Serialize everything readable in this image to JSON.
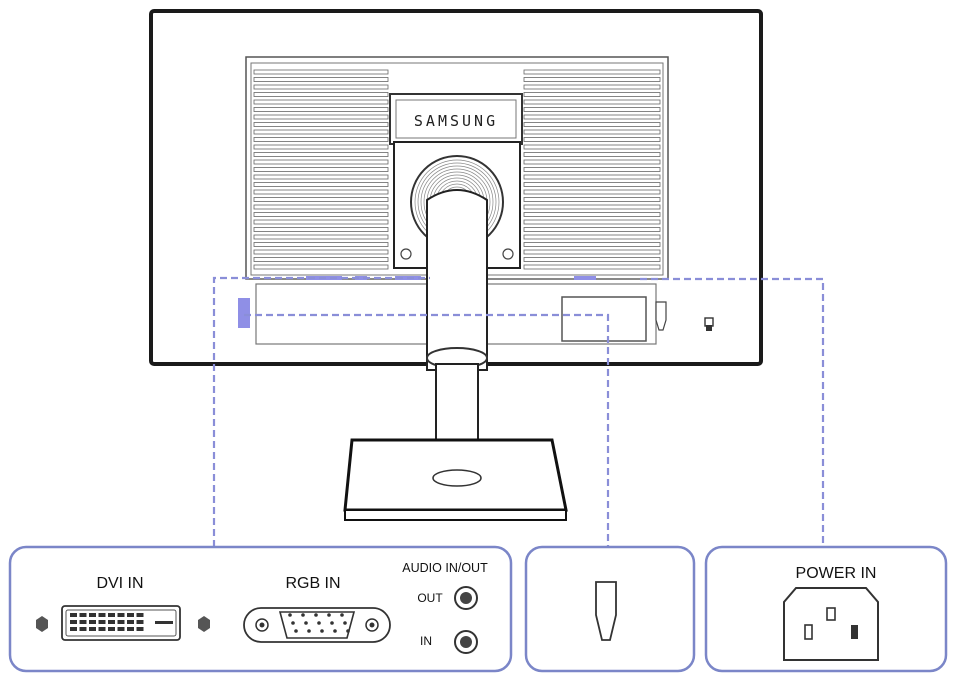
{
  "brand_text": "SAMSUNG",
  "panels": {
    "dvi_label": "DVI IN",
    "rgb_label": "RGB IN",
    "audio_label": "AUDIO IN/OUT",
    "audio_out_label": "OUT",
    "audio_in_label": "IN",
    "power_label": "POWER IN"
  },
  "colors": {
    "panel_border": "#7b86c8",
    "leader_line": "#8a8ed8",
    "port_highlight": "#8f8fe6"
  },
  "icons": [
    "dvi-port-icon",
    "vga-port-icon",
    "audio-jack-icon",
    "usb-port-icon",
    "power-socket-icon",
    "kensington-lock-icon"
  ]
}
